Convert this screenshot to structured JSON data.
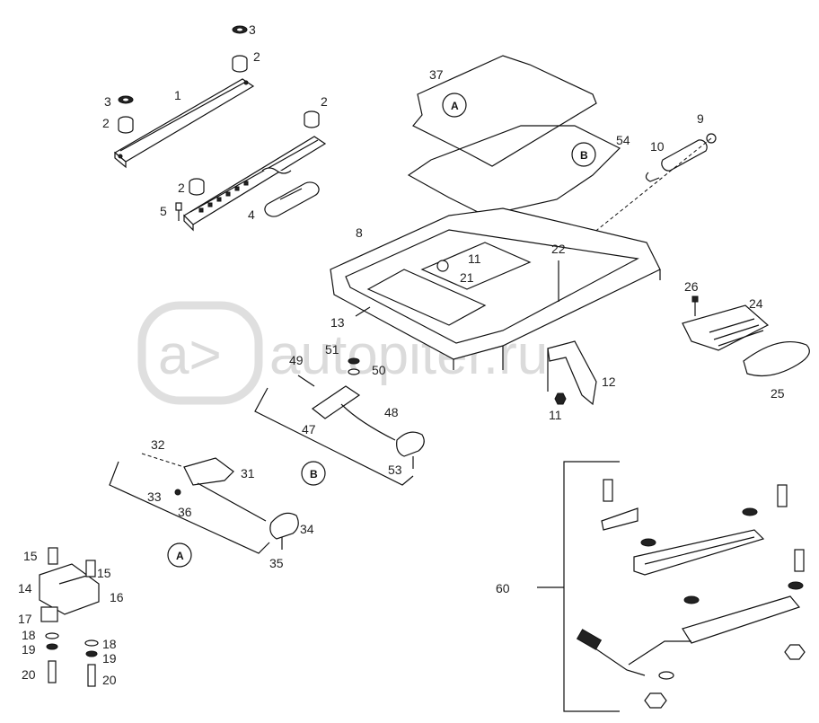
{
  "watermark": {
    "logo": "a>",
    "text": "autopiter.ru"
  },
  "callouts": [
    {
      "id": "c3a",
      "text": "3"
    },
    {
      "id": "c2a",
      "text": "2"
    },
    {
      "id": "c1",
      "text": "1"
    },
    {
      "id": "c3b",
      "text": "3"
    },
    {
      "id": "c2b",
      "text": "2"
    },
    {
      "id": "c2c",
      "text": "2"
    },
    {
      "id": "c2d",
      "text": "2"
    },
    {
      "id": "c5",
      "text": "5"
    },
    {
      "id": "c4",
      "text": "4"
    },
    {
      "id": "c37",
      "text": "37"
    },
    {
      "id": "c54",
      "text": "54"
    },
    {
      "id": "c9",
      "text": "9"
    },
    {
      "id": "c10",
      "text": "10"
    },
    {
      "id": "c8",
      "text": "8"
    },
    {
      "id": "c22",
      "text": "22"
    },
    {
      "id": "c11a",
      "text": "11"
    },
    {
      "id": "c21",
      "text": "21"
    },
    {
      "id": "c26",
      "text": "26"
    },
    {
      "id": "c24",
      "text": "24"
    },
    {
      "id": "c13",
      "text": "13"
    },
    {
      "id": "c51",
      "text": "51"
    },
    {
      "id": "c49",
      "text": "49"
    },
    {
      "id": "c50",
      "text": "50"
    },
    {
      "id": "c12",
      "text": "12"
    },
    {
      "id": "c11b",
      "text": "11"
    },
    {
      "id": "c25",
      "text": "25"
    },
    {
      "id": "c47",
      "text": "47"
    },
    {
      "id": "c48",
      "text": "48"
    },
    {
      "id": "c53",
      "text": "53"
    },
    {
      "id": "c32",
      "text": "32"
    },
    {
      "id": "c31",
      "text": "31"
    },
    {
      "id": "c33",
      "text": "33"
    },
    {
      "id": "c36",
      "text": "36"
    },
    {
      "id": "c34",
      "text": "34"
    },
    {
      "id": "c35",
      "text": "35"
    },
    {
      "id": "c15a",
      "text": "15"
    },
    {
      "id": "c15b",
      "text": "15"
    },
    {
      "id": "c14",
      "text": "14"
    },
    {
      "id": "c16",
      "text": "16"
    },
    {
      "id": "c17",
      "text": "17"
    },
    {
      "id": "c18a",
      "text": "18"
    },
    {
      "id": "c19a",
      "text": "19"
    },
    {
      "id": "c18b",
      "text": "18"
    },
    {
      "id": "c19b",
      "text": "19"
    },
    {
      "id": "c20a",
      "text": "20"
    },
    {
      "id": "c20b",
      "text": "20"
    },
    {
      "id": "c60",
      "text": "60"
    }
  ],
  "refs": {
    "a_sheet": "A",
    "b_sheet": "B",
    "b_cable": "B",
    "a_cable": "A"
  }
}
